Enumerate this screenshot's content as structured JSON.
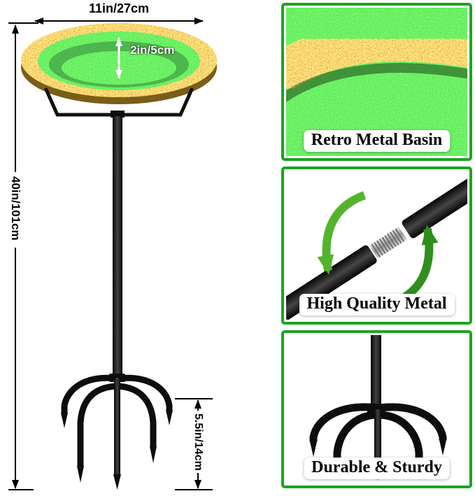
{
  "page": {
    "type": "product-infographic",
    "background": "#ffffff"
  },
  "diagram": {
    "dimensions": {
      "basin_diameter": "11in/27cm",
      "basin_depth": "2in/5cm",
      "overall_height": "40in/101cm",
      "stake_height": "5.5in/14cm"
    }
  },
  "features": [
    {
      "label": "Retro Metal Basin",
      "image": "basin-closeup"
    },
    {
      "label": "High Quality Metal",
      "image": "threaded-pole-closeup"
    },
    {
      "label": "Durable & Sturdy",
      "image": "prong-base-closeup"
    }
  ],
  "colors": {
    "panel_border_green": "#1da321",
    "basin_green": "#2f8a1d",
    "rim_gold": "#c59a2f",
    "metal_black": "#141414",
    "rotate_arrow_green": "#3f9e22",
    "dimension_line": "#000000",
    "depth_label_text": "#ffffff"
  }
}
